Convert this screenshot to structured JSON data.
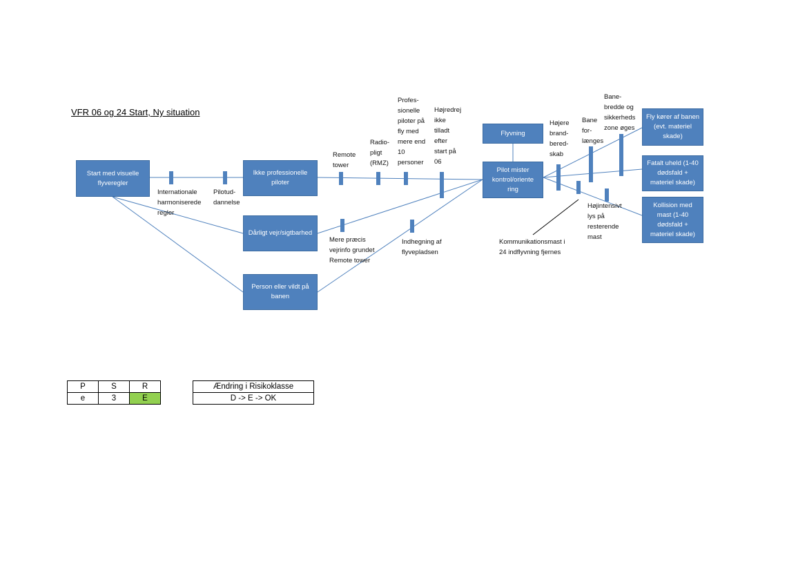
{
  "title": "VFR 06 og 24 Start, Ny situation",
  "colors": {
    "box": "#4f81bd",
    "line": "#4f81bd",
    "risk_green": "#92d050"
  },
  "boxes": {
    "start": "Start med visuelle flyveregler",
    "pilots": "Ikke professionelle piloter",
    "weather": "Dårligt vejr/sigtbarhed",
    "person": "Person eller vildt på banen",
    "flight": "Flyvning",
    "loss": "Pilot mister kontrol/oriente ring",
    "out1": "Fly kører af banen (evt. materiel skade)",
    "out2": "Fatalt uheld (1-40 dødsfald + materiel skade)",
    "out3": "Kollision med mast (1-40 dødsfald + materiel skade)"
  },
  "barriers": {
    "intl": "Internationale harmoniserede regler",
    "pilot_edu": "Pilotud-\ndannelse",
    "remote": "Remote\ntower",
    "radio": "Radio-\npligt\n(RMZ)",
    "prof": "Profes-\nsionelle\npiloter på\nfly med\nmere end\n10\npersoner",
    "right_turn": "Højredrej\nikke\ntilladt\nefter\nstart på\n06",
    "weather_info": "Mere præcis\nvejrinfo grundet\nRemote tower",
    "fence": "Indhegning af\nflyvepladsen",
    "fire": "Højere\nbrand-\nbered-\nskab",
    "extend": "Bane\nfor-\nlænges",
    "width": "Bane-\nbredde og\nsikkerheds\nzone  øges",
    "lights": "Højintensivt\nlys på\nresterende\nmast",
    "mast": "Kommunikationsmast i\n24 indflyvning fjernes"
  },
  "psr": {
    "headers": [
      "P",
      "S",
      "R"
    ],
    "values": [
      "e",
      "3",
      "E"
    ]
  },
  "risk": {
    "header": "Ændring i Risikoklasse",
    "value": "D -> E -> OK"
  }
}
